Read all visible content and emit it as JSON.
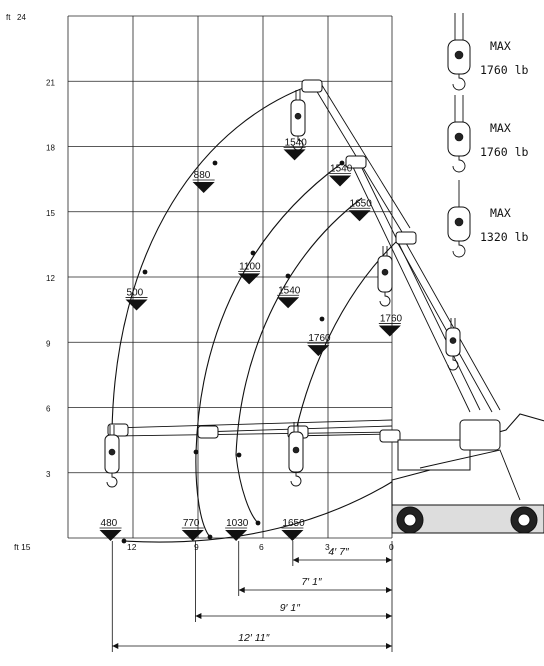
{
  "chart_data": {
    "type": "diagram",
    "y_axis": {
      "unit_label": "ft",
      "ticks": [
        "3",
        "6",
        "9",
        "12",
        "15",
        "18",
        "21",
        "24"
      ]
    },
    "x_axis": {
      "unit_label": "ft 15",
      "ticks": [
        "12",
        "9",
        "6",
        "3",
        "0"
      ]
    },
    "load_labels": [
      {
        "text": "480",
        "x": 13.0,
        "y": 0.0
      },
      {
        "text": "770",
        "x": 9.2,
        "y": 0.0
      },
      {
        "text": "1030",
        "x": 7.2,
        "y": 0.0
      },
      {
        "text": "1650",
        "x": 4.6,
        "y": 0.0
      },
      {
        "text": "500",
        "x": 11.8,
        "y": 10.6
      },
      {
        "text": "880",
        "x": 8.7,
        "y": 16.0
      },
      {
        "text": "1100",
        "x": 6.6,
        "y": 11.8
      },
      {
        "text": "1540",
        "x": 4.5,
        "y": 17.5
      },
      {
        "text": "1540",
        "x": 2.4,
        "y": 16.3
      },
      {
        "text": "1650",
        "x": 1.5,
        "y": 14.7
      },
      {
        "text": "1540",
        "x": 4.8,
        "y": 10.7
      },
      {
        "text": "1760",
        "x": 3.4,
        "y": 8.5
      },
      {
        "text": "1760",
        "x": 0.1,
        "y": 9.4
      }
    ],
    "max_loads": [
      {
        "label": "MAX",
        "value": "1760 lb"
      },
      {
        "label": "MAX",
        "value": "1760 lb"
      },
      {
        "label": "MAX",
        "value": "1320 lb"
      }
    ],
    "reach_dimensions": [
      {
        "label": "4′ 7″",
        "x": 4.58
      },
      {
        "label": "7′ 1″",
        "x": 7.08
      },
      {
        "label": "9′ 1″",
        "x": 9.08
      },
      {
        "label": "12′ 11″",
        "x": 12.92
      }
    ]
  },
  "colors": {
    "ink": "#111111",
    "background": "#ffffff"
  }
}
